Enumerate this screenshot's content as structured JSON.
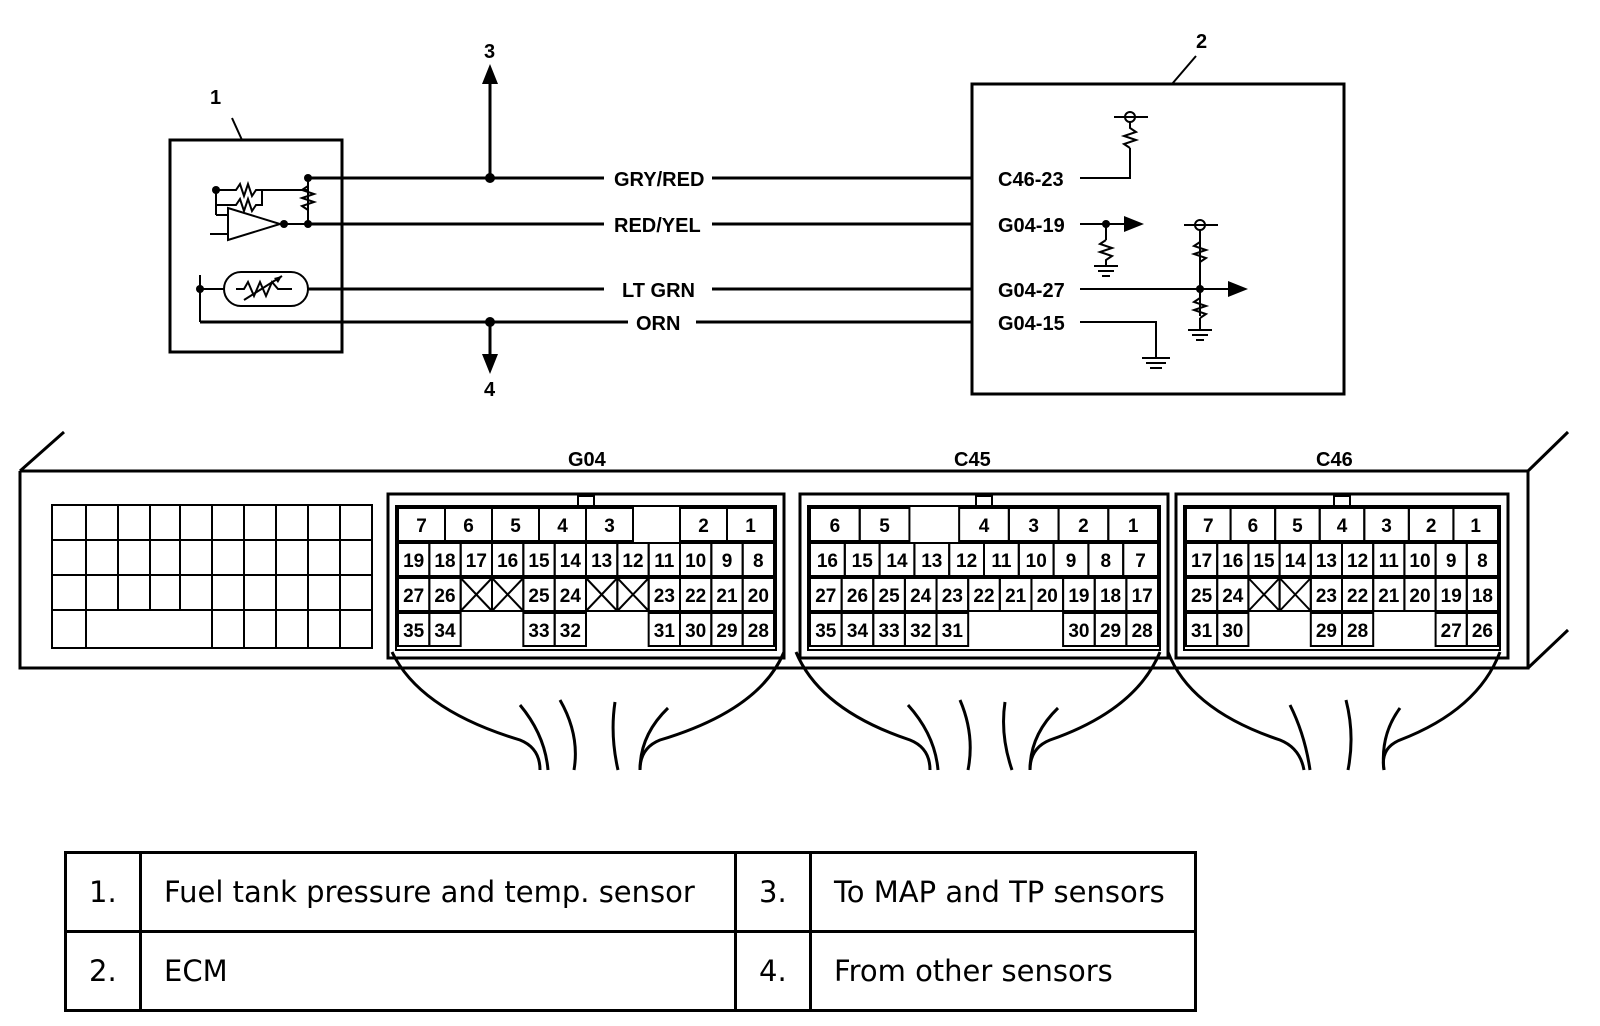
{
  "callouts": {
    "c1": "1",
    "c2": "2",
    "c3": "3",
    "c4": "4"
  },
  "wires": [
    {
      "color": "GRY/RED",
      "terminal": "C46-23"
    },
    {
      "color": "RED/YEL",
      "terminal": "G04-19"
    },
    {
      "color": "LT GRN",
      "terminal": "G04-27"
    },
    {
      "color": "ORN",
      "terminal": "G04-15"
    }
  ],
  "connectors": {
    "g04": {
      "name": "G04",
      "rows": [
        [
          "7",
          "6",
          "5",
          "4",
          "3",
          "",
          "2",
          "1"
        ],
        [
          "19",
          "18",
          "17",
          "16",
          "15",
          "14",
          "13",
          "12",
          "11",
          "10",
          "9",
          "8"
        ],
        [
          "27",
          "26",
          "X",
          "X",
          "25",
          "24",
          "X",
          "X",
          "23",
          "22",
          "21",
          "20"
        ],
        [
          "35",
          "34",
          "",
          "",
          "33",
          "32",
          "",
          "",
          "31",
          "30",
          "29",
          "28"
        ]
      ]
    },
    "c45": {
      "name": "C45",
      "rows": [
        [
          "6",
          "5",
          "",
          "4",
          "3",
          "2",
          "1"
        ],
        [
          "16",
          "15",
          "14",
          "13",
          "12",
          "11",
          "10",
          "9",
          "8",
          "7"
        ],
        [
          "27",
          "26",
          "25",
          "24",
          "23",
          "22",
          "21",
          "20",
          "19",
          "18",
          "17"
        ],
        [
          "35",
          "34",
          "33",
          "32",
          "31",
          "",
          "",
          "",
          "30",
          "29",
          "28"
        ]
      ]
    },
    "c46": {
      "name": "C46",
      "rows": [
        [
          "7",
          "6",
          "5",
          "4",
          "3",
          "2",
          "1"
        ],
        [
          "17",
          "16",
          "15",
          "14",
          "13",
          "12",
          "11",
          "10",
          "9",
          "8"
        ],
        [
          "25",
          "24",
          "X",
          "X",
          "23",
          "22",
          "21",
          "20",
          "19",
          "18"
        ],
        [
          "31",
          "30",
          "",
          "",
          "29",
          "28",
          "",
          "",
          "27",
          "26"
        ]
      ]
    }
  },
  "legend": [
    {
      "n1": "1.",
      "t1": "Fuel tank pressure and temp. sensor",
      "n2": "3.",
      "t2": "To MAP and TP sensors"
    },
    {
      "n1": "2.",
      "t1": "ECM",
      "n2": "4.",
      "t2": "From other sensors"
    }
  ]
}
